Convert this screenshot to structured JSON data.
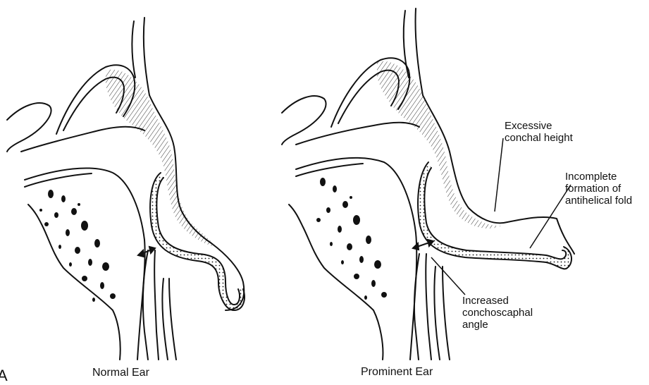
{
  "panel_letter": "A",
  "left_panel": {
    "caption": "Normal Ear"
  },
  "right_panel": {
    "caption": "Prominent Ear",
    "annotations": {
      "conchal_height": [
        "Excessive",
        "conchal height"
      ],
      "antihelical_fold": [
        "Incomplete",
        "formation of",
        "antihelical fold"
      ],
      "conchoscaphal_angle": [
        "Increased",
        "conchoscaphal",
        "angle"
      ]
    }
  },
  "colors": {
    "ink": "#111111",
    "background": "#ffffff"
  }
}
